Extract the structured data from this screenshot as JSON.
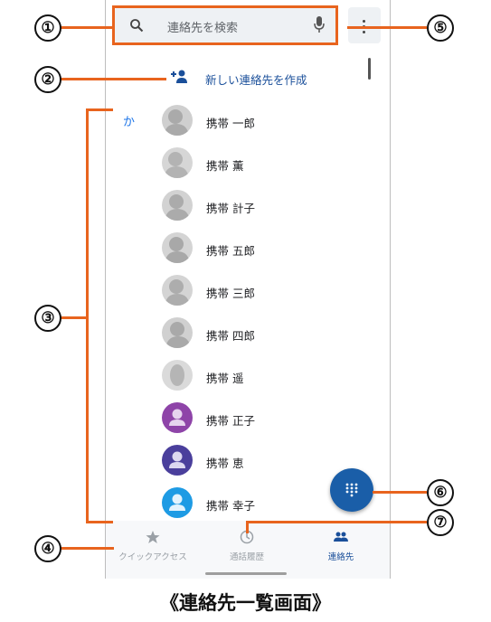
{
  "search": {
    "placeholder": "連絡先を検索",
    "icon": "search-icon",
    "mic_icon": "mic-icon"
  },
  "menu": {
    "icon": "more-vert-icon"
  },
  "create_contact": {
    "label": "新しい連絡先を作成",
    "icon": "person-add-icon"
  },
  "section_letter": "か",
  "contacts": [
    {
      "name": "携帯 一郎",
      "avatar": "silhouette"
    },
    {
      "name": "携帯 薫",
      "avatar": "silhouette"
    },
    {
      "name": "携帯 計子",
      "avatar": "silhouette"
    },
    {
      "name": "携帯 五郎",
      "avatar": "silhouette"
    },
    {
      "name": "携帯 三郎",
      "avatar": "silhouette"
    },
    {
      "name": "携帯 四郎",
      "avatar": "silhouette"
    },
    {
      "name": "携帯 遥",
      "avatar": "silhouette"
    },
    {
      "name": "携帯 正子",
      "avatar": "purple"
    },
    {
      "name": "携帯 恵",
      "avatar": "indigo"
    },
    {
      "name": "携帯 幸子",
      "avatar": "blue"
    }
  ],
  "fab": {
    "icon": "dialpad-icon"
  },
  "bottom_nav": [
    {
      "label": "クイックアクセス",
      "icon": "star-icon",
      "active": false
    },
    {
      "label": "通話履歴",
      "icon": "clock-icon",
      "active": false
    },
    {
      "label": "連絡先",
      "icon": "people-icon",
      "active": true
    }
  ],
  "callouts": [
    "①",
    "②",
    "③",
    "④",
    "⑤",
    "⑥",
    "⑦"
  ],
  "caption": "《連絡先一覧画面》",
  "colors": {
    "callout": "#e8641e",
    "accent": "#1a4f9a",
    "fab": "#1a5ea8"
  }
}
